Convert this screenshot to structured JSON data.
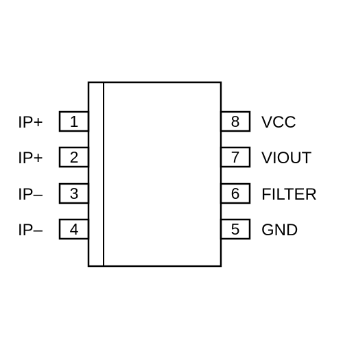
{
  "pins_left": [
    {
      "number": "1",
      "label": "IP+"
    },
    {
      "number": "2",
      "label": "IP+"
    },
    {
      "number": "3",
      "label": "IP–"
    },
    {
      "number": "4",
      "label": "IP–"
    }
  ],
  "pins_right": [
    {
      "number": "8",
      "label": "VCC"
    },
    {
      "number": "7",
      "label": "VIOUT"
    },
    {
      "number": "6",
      "label": "FILTER"
    },
    {
      "number": "5",
      "label": "GND"
    }
  ],
  "colors": {
    "stroke": "#000000",
    "background": "#ffffff"
  }
}
